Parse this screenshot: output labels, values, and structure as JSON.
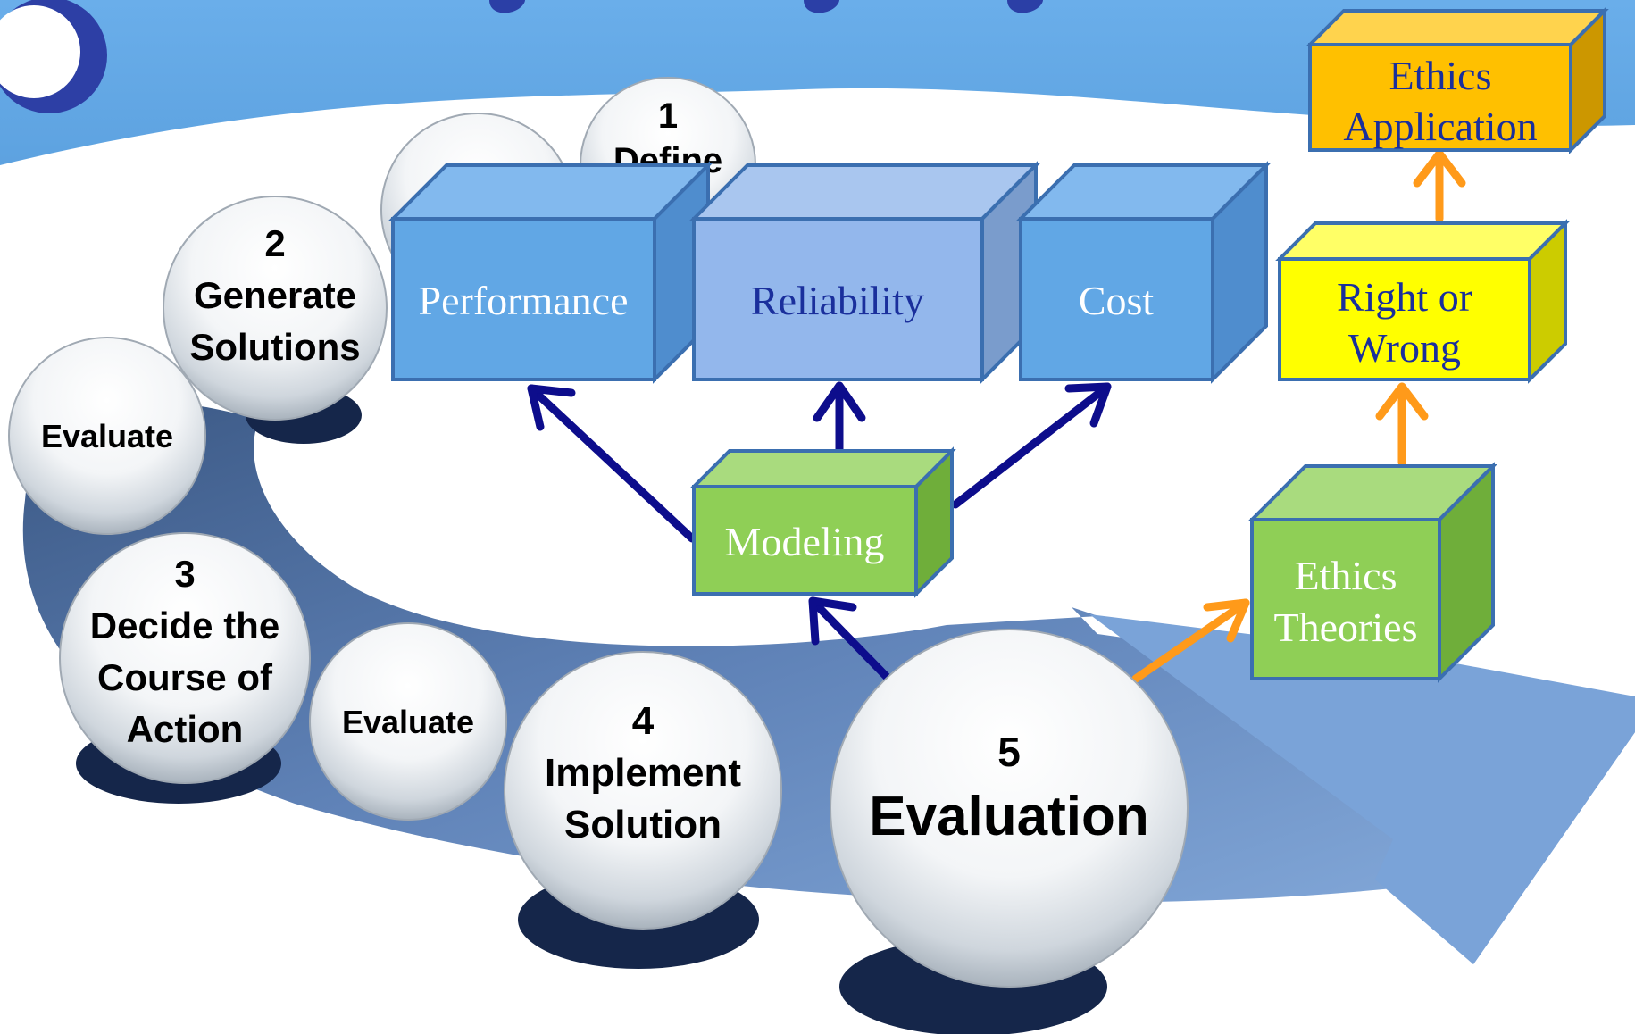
{
  "colors": {
    "banner": "#63a9e6",
    "swoosh_dark": "#3f5f8f",
    "swoosh_light": "#86acdc",
    "box_blue": "#61a7e5",
    "box_light_blue": "#93b7ec",
    "box_green": "#8fcf56",
    "box_yellow": "#ffff00",
    "box_orange": "#ffc000",
    "arrow_navy": "#0d0d8c",
    "arrow_orange": "#ff9a1a",
    "text_navy": "#1a2f9c"
  },
  "steps": [
    {
      "number": "1",
      "label": "Define"
    },
    {
      "number": "2",
      "label_line1": "Generate",
      "label_line2": "Solutions"
    },
    {
      "number": "3",
      "label_line1": "Decide the",
      "label_line2": "Course of",
      "label_line3": "Action"
    },
    {
      "number": "4",
      "label_line1": "Implement",
      "label_line2": "Solution"
    },
    {
      "number": "5",
      "label": "Evaluation"
    }
  ],
  "evaluate_bubbles": [
    {
      "label": "Evaluate"
    },
    {
      "label": "Evaluate"
    }
  ],
  "criteria_boxes": {
    "performance": "Performance",
    "reliability": "Reliability",
    "cost": "Cost"
  },
  "modeling_box": "Modeling",
  "ethics": {
    "theories_line1": "Ethics",
    "theories_line2": "Theories",
    "right_wrong_line1": "Right or",
    "right_wrong_line2": "Wrong",
    "application_line1": "Ethics",
    "application_line2": "Application"
  }
}
